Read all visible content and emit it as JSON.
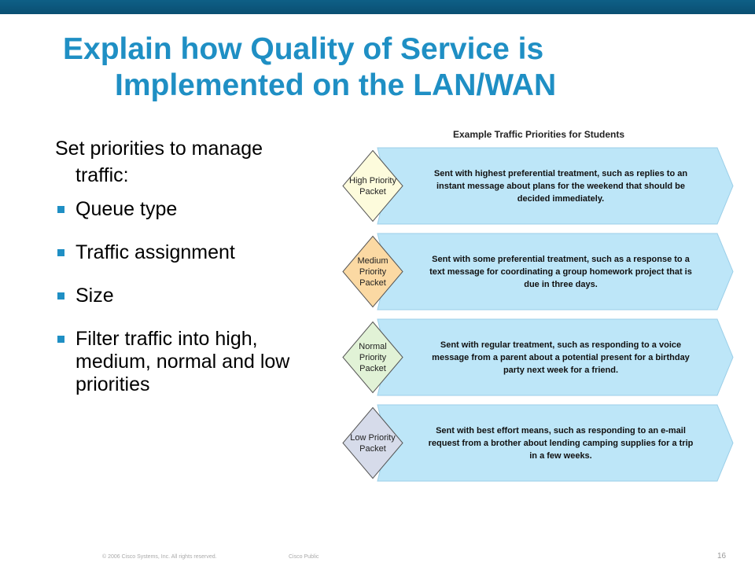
{
  "title": {
    "line1": "Explain how Quality of Service is",
    "line2": "Implemented on the LAN/WAN"
  },
  "intro": {
    "line1": "Set priorities to manage",
    "line2": "traffic:"
  },
  "bullets": [
    "Queue type",
    "Traffic assignment",
    "Size",
    "Filter traffic into high, medium, normal and low priorities"
  ],
  "diagram": {
    "title": "Example Traffic Priorities for Students",
    "rows": [
      {
        "label": [
          "High Priority",
          "Packet"
        ],
        "fill": "#fdfbdc",
        "description": "Sent with highest preferential treatment, such as replies to an instant message about plans for the weekend that should be decided immediately."
      },
      {
        "label": [
          "Medium",
          "Priority",
          "Packet"
        ],
        "fill": "#fbd9a3",
        "description": "Sent with some preferential treatment, such as a response to a text message for coordinating a group homework project that is due in three days."
      },
      {
        "label": [
          "Normal",
          "Priority",
          "Packet"
        ],
        "fill": "#e1f2d6",
        "description": "Sent with regular treatment, such as responding to a voice message from a parent about a potential present for a birthday party next week for a friend."
      },
      {
        "label": [
          "Low Priority",
          "Packet"
        ],
        "fill": "#d6dbea",
        "description": "Sent with best effort means, such as responding to an e-mail request from a brother about lending camping supplies for a trip in a few weeks."
      }
    ]
  },
  "colors": {
    "title": "#1f8fc4",
    "bar": "#0e5f86",
    "arrow_fill": "#bde6f8",
    "arrow_stroke": "#9ccfe8"
  },
  "footer": {
    "copyright": "© 2006 Cisco Systems, Inc. All rights reserved.",
    "classification": "Cisco Public",
    "page_number": "16"
  }
}
